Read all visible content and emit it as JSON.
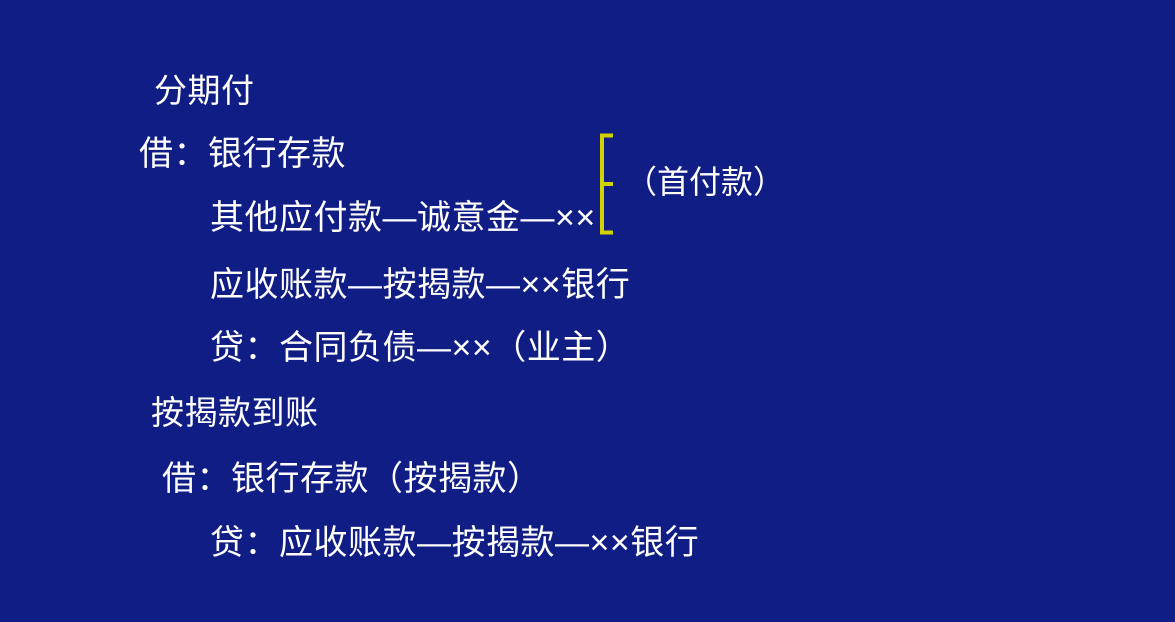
{
  "slide": {
    "background_color": "#101d84",
    "text_color": "#ffffff",
    "accent_color": "#d2d200"
  },
  "content": {
    "section_installment": {
      "heading": "分期付",
      "entries": [
        {
          "label": "借：银行存款"
        },
        {
          "label": "其他应付款—诚意金—××"
        },
        {
          "label": "应收账款—按揭款—××银行"
        },
        {
          "label": "贷：合同负债—××（业主）"
        }
      ]
    },
    "section_mortgage": {
      "heading": "按揭款到账",
      "entries": [
        {
          "label": "借：银行存款（按揭款）"
        },
        {
          "label": "贷：应收账款—按揭款—××银行"
        }
      ]
    }
  },
  "annotation": {
    "brace_label": "（首付款）",
    "brace_color": "#d2d200"
  }
}
